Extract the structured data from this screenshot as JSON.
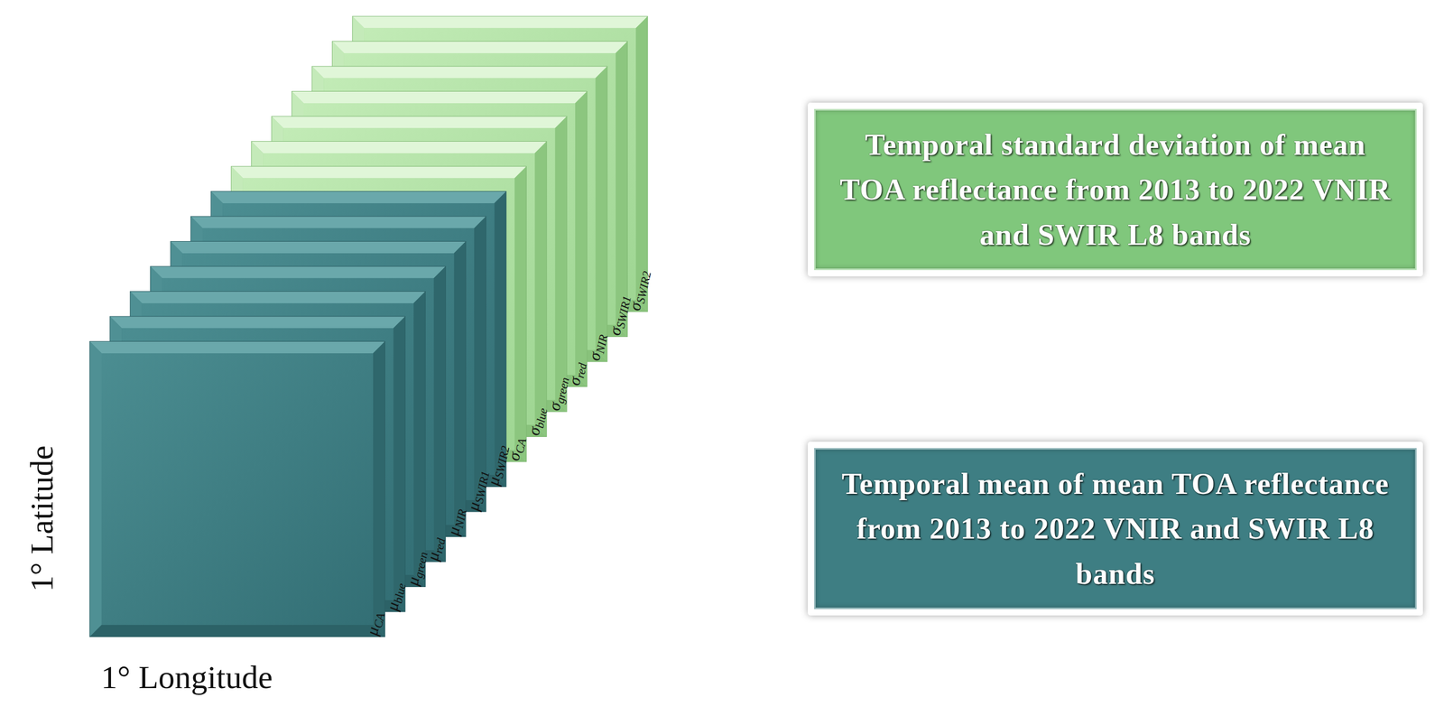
{
  "diagram": {
    "labels": [
      "μCA",
      "μblue",
      "μgreen",
      "μred",
      "μNIR",
      "μSWIR1",
      "μSWIR2",
      "σCA",
      "σblue",
      "σgreen",
      "σred",
      "σNIR",
      "σSWIR1",
      "σSWIR2",
      "1° Latitude",
      "1° Longitude"
    ],
    "legend": [
      {
        "text": "Temporal standard deviation of mean TOA reflectance from 2013 to 2022 VNIR and SWIR L8 bands",
        "color": "#80c77c"
      },
      {
        "text": "Temporal mean of mean TOA reflectance from 2013 to 2022 VNIR and SWIR L8 bands",
        "color": "#3e7e83"
      }
    ]
  }
}
